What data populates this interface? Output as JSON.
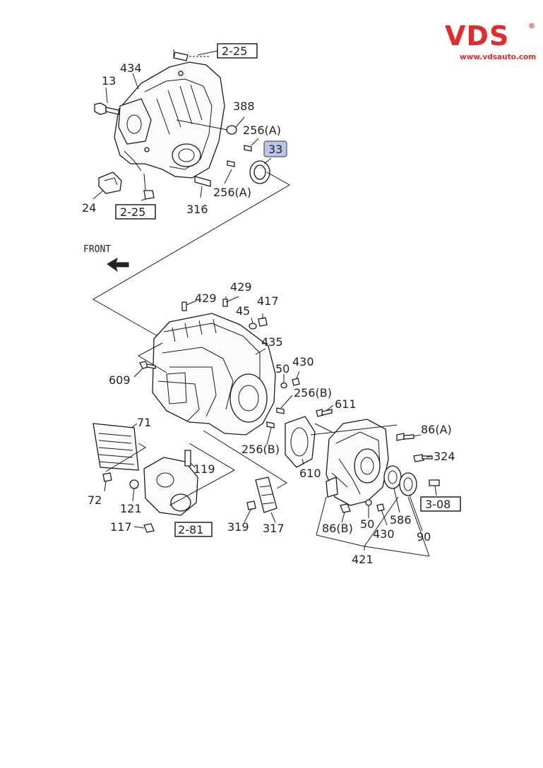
{
  "brand": {
    "logo_text": "VDS",
    "registered": "®",
    "url": "www.vdsauto.com",
    "color": "#e52a2a"
  },
  "direction_label": "FRONT",
  "callouts": {
    "c434": "434",
    "c13": "13",
    "c388": "388",
    "c256a_top": "256(A)",
    "c33": "33",
    "c256a_bot": "256(A)",
    "c316": "316",
    "c24": "24",
    "c429a": "429",
    "c429b": "429",
    "c45": "45",
    "c417": "417",
    "c435": "435",
    "c609": "609",
    "c50a": "50",
    "c430a": "430",
    "c256b_top": "256(B)",
    "c611": "611",
    "c86a": "86(A)",
    "c324": "324",
    "c71": "71",
    "c256b_bot": "256(B)",
    "c610": "610",
    "c119": "119",
    "c72": "72",
    "c121": "121",
    "c117": "117",
    "c319": "319",
    "c317": "317",
    "c86b": "86(B)",
    "c50b": "50",
    "c430b": "430",
    "c586": "586",
    "c90": "90",
    "c421": "421"
  },
  "references": {
    "r225_top": "2-25",
    "r225_bot": "2-25",
    "r308": "3-08",
    "r281": "2-81"
  },
  "highlight": {
    "part": "33",
    "color": "#b9c7e6"
  }
}
